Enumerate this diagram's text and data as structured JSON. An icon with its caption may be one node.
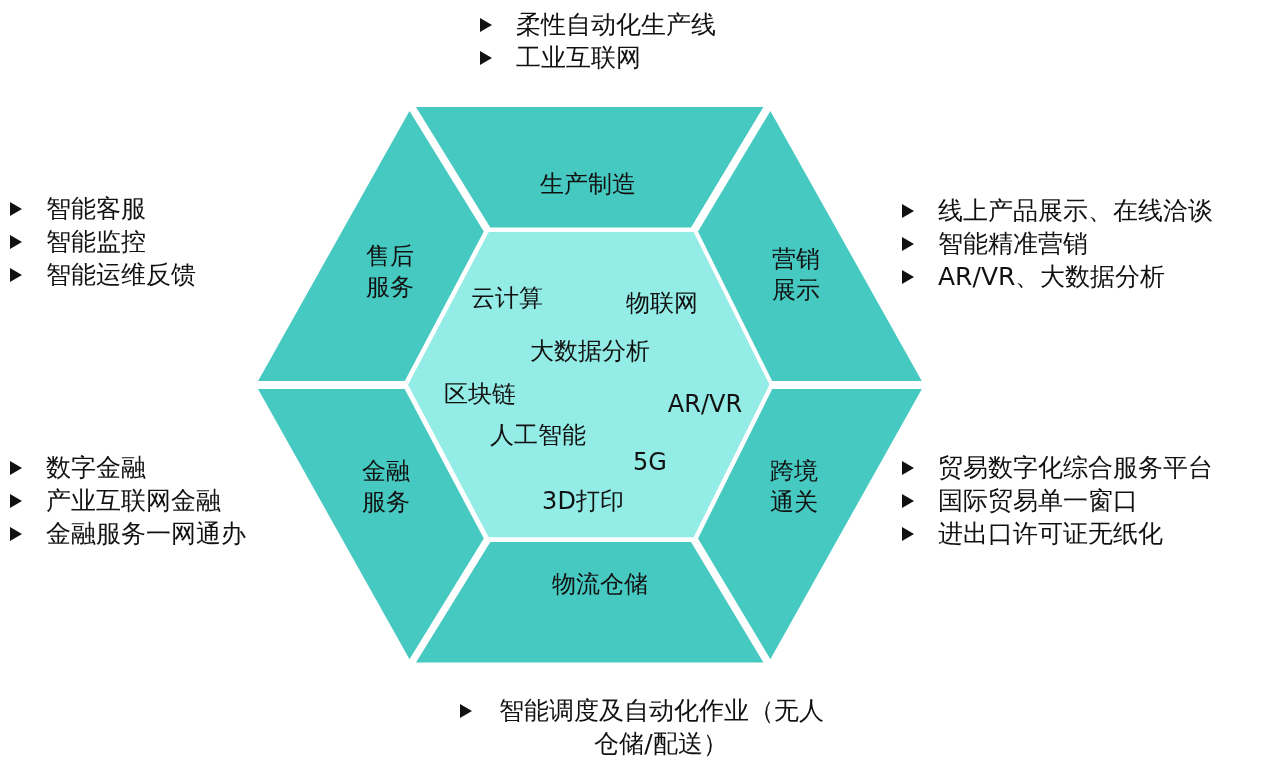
{
  "diagram": {
    "nodes": [
      {
        "text": [
          "云计算",
          "物联网",
          "大数据分析",
          "区块链",
          "AR/VR",
          "人工智能",
          "5G",
          "3D打印"
        ]
      },
      {
        "text": [
          "生产制造"
        ],
        "beside": [
          "柔性自动化生产线",
          "工业互联网"
        ]
      },
      {
        "text": [
          "售后服务"
        ],
        "beside": [
          "智能客服",
          "智能监控",
          "智能运维反馈"
        ]
      },
      {
        "text": [
          "营销展示"
        ],
        "beside": [
          "线上产品展示、在线洽谈",
          "智能精准营销",
          "AR/VR、大数据分析"
        ]
      },
      {
        "text": [
          "金融服务"
        ],
        "beside": [
          "数字金融",
          "产业互联网金融",
          "金融服务一网通办"
        ]
      },
      {
        "text": [
          "跨境通关"
        ],
        "beside": [
          "贸易数字化综合服务平台",
          "国际贸易单一窗口",
          "进出口许可证无纸化"
        ]
      },
      {
        "text": [
          "物流仓储"
        ],
        "beside": [
          "智能调度及自动化作业（无人仓储/配送）"
        ]
      }
    ]
  }
}
